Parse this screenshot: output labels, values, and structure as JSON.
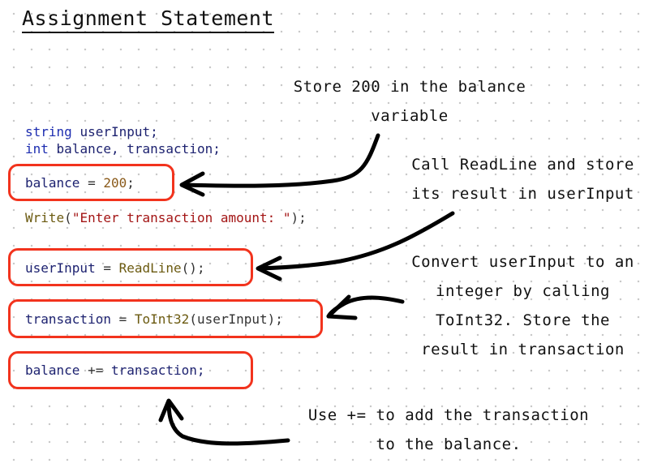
{
  "title": "Assignment Statement",
  "code": {
    "decl_type1": "string",
    "decl_var1": "userInput;",
    "decl_type2": "int",
    "decl_vars2": "balance, transaction;",
    "balance_lhs": "balance",
    "balance_op": " = ",
    "balance_val": "200",
    "semi": ";",
    "write_fn": "Write",
    "write_open": "(",
    "write_str": "\"Enter transaction amount: \"",
    "write_close": ");",
    "readline_lhs": "userInput",
    "readline_op": " = ",
    "readline_fn": "ReadLine",
    "readline_args": "();",
    "toint_lhs": "transaction",
    "toint_op": " = ",
    "toint_fn": "ToInt32",
    "toint_args": "(userInput);",
    "plus_lhs": "balance",
    "plus_op": " += ",
    "plus_rhs": "transaction;"
  },
  "notes": {
    "store_200": "Store 200 in the balance\nvariable",
    "readline": "Call ReadLine and store\nits result in userInput",
    "convert": "Convert userInput to an\ninteger by calling\nToInt32. Store the\nresult in transaction",
    "plus_equals": "Use += to add the transaction\nto the balance."
  },
  "colors": {
    "box_border": "#f2331d",
    "keyword": "#1d2db0",
    "string": "#a31515",
    "number": "#8a5a1a",
    "function": "#6b5a10"
  }
}
